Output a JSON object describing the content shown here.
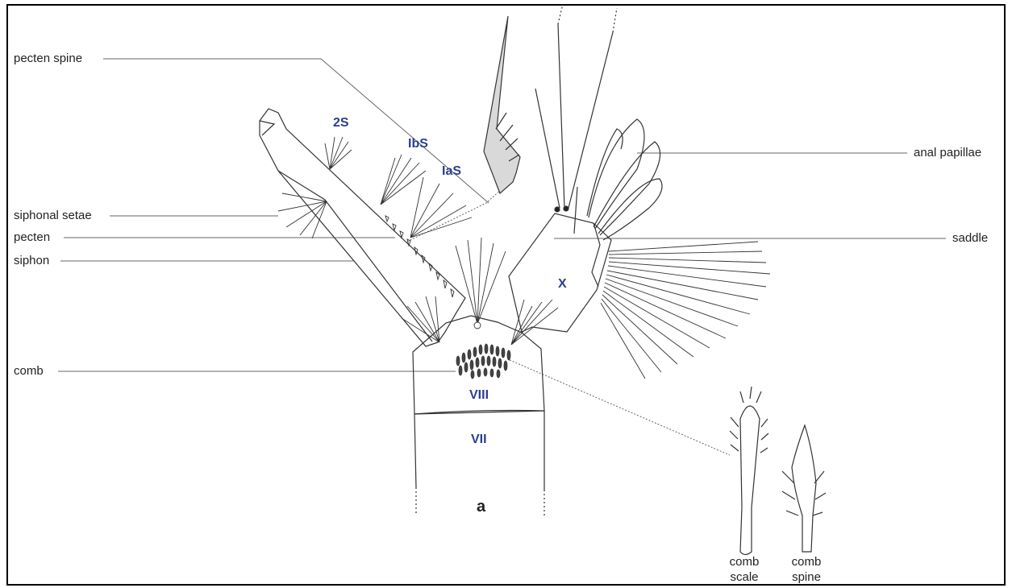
{
  "labels": {
    "pecten_spine": "pecten spine",
    "siphonal_setae": "siphonal setae",
    "pecten": "pecten",
    "siphon": "siphon",
    "comb": "comb",
    "anal_papillae": "anal papillae",
    "saddle": "saddle"
  },
  "segments": {
    "s2S": "2S",
    "IbS": "IbS",
    "IaS": "IaS",
    "X": "X",
    "VIII": "VIII",
    "VII": "VII"
  },
  "insets": {
    "comb_scale_line1": "comb",
    "comb_scale_line2": "scale",
    "comb_spine_line1": "comb",
    "comb_spine_line2": "spine"
  },
  "panel_label": "a",
  "colors": {
    "segment_label": "#2b3f8f",
    "line": "#555555",
    "pecten_spine_fill": "#d9d9d9"
  }
}
